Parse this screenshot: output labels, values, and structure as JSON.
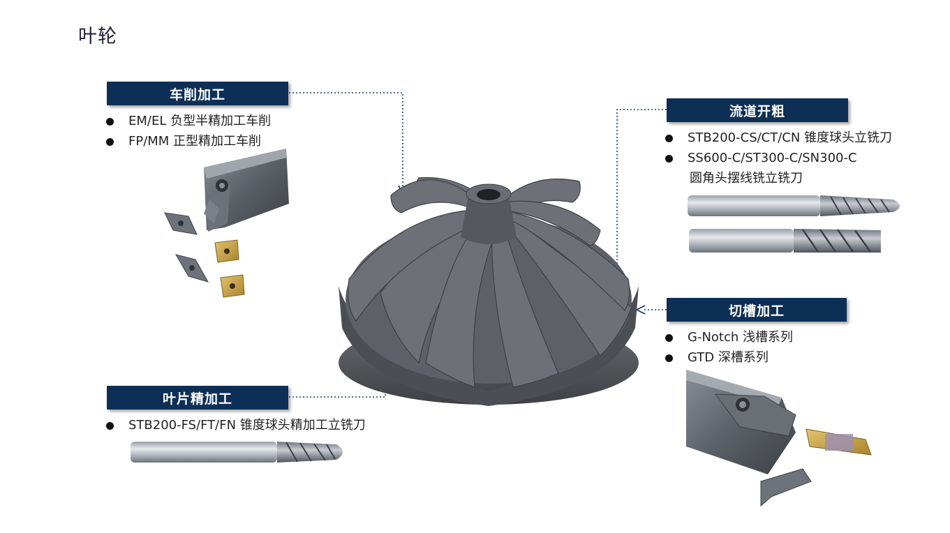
{
  "page": {
    "title": "叶轮"
  },
  "sections": {
    "turning": {
      "label": "车削加工",
      "items": [
        "EM/EL 负型半精加工车削",
        "FP/MM 正型精加工车削"
      ]
    },
    "roughing": {
      "label": "流道开粗",
      "items": [
        "STB200-CS/CT/CN 锥度球头立铣刀",
        "SS600-C/ST300-C/SN300-C"
      ],
      "continuation": "圆角头摆线铣立铣刀"
    },
    "grooving": {
      "label": "切槽加工",
      "items": [
        "G-Notch 浅槽系列",
        "GTD 深槽系列"
      ]
    },
    "finishing": {
      "label": "叶片精加工",
      "items": [
        "STB200-FS/FT/FN 锥度球头精加工立铣刀"
      ]
    }
  },
  "colors": {
    "banner": "#0d2f55",
    "connector": "#1a3a6a",
    "impeller": "#5a5d63",
    "carbide": "#8c9097",
    "coated_insert": "#c9a24a"
  },
  "icons": [
    "impeller-image",
    "turning-tool-image",
    "end-mill-image",
    "grooving-tool-image"
  ]
}
